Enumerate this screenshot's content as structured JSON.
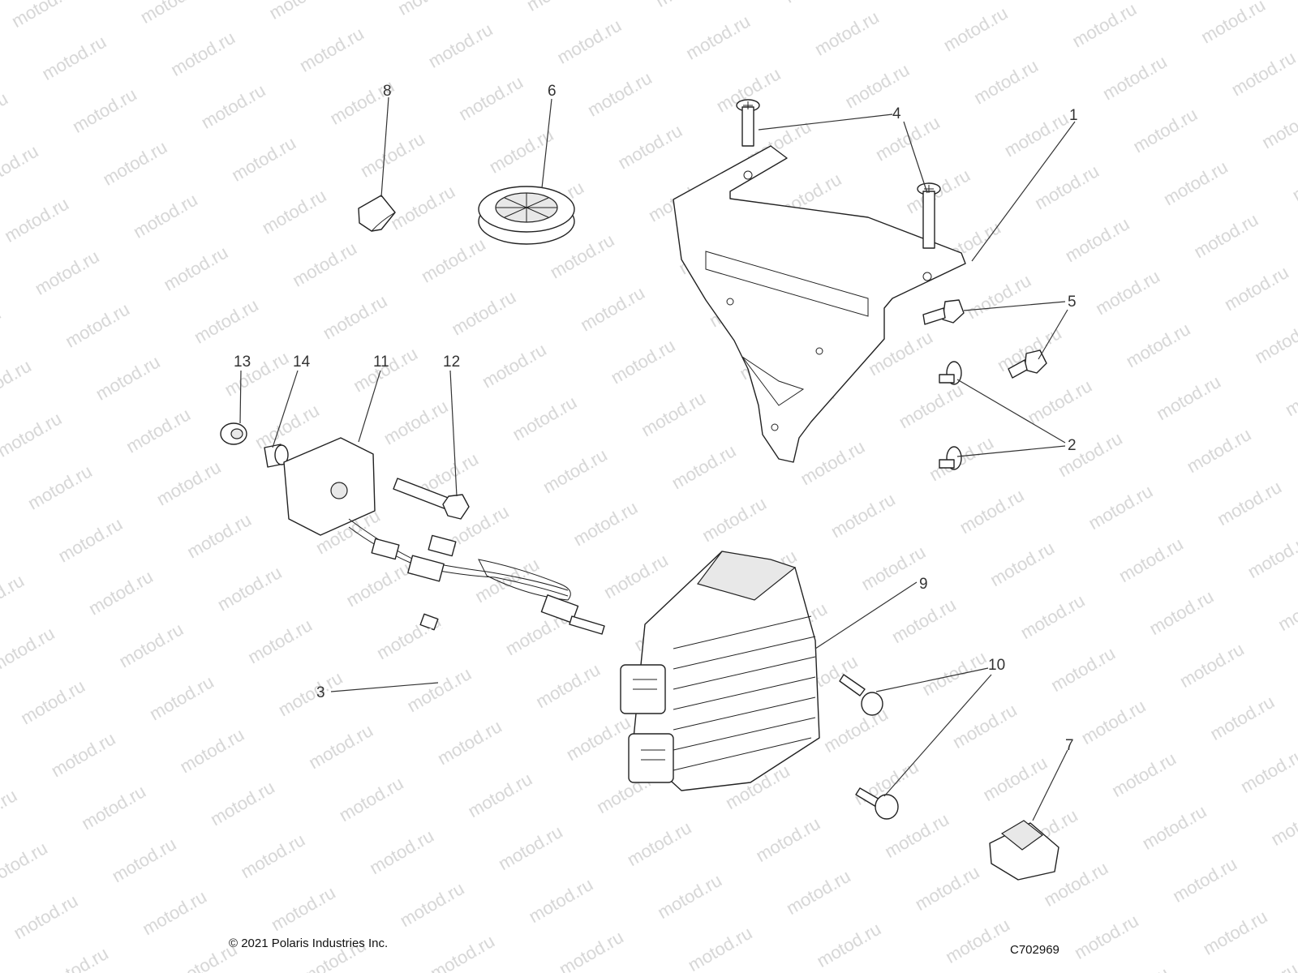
{
  "callouts": [
    {
      "id": "1",
      "label": "1"
    },
    {
      "id": "2",
      "label": "2"
    },
    {
      "id": "3",
      "label": "3"
    },
    {
      "id": "4",
      "label": "4"
    },
    {
      "id": "5",
      "label": "5"
    },
    {
      "id": "6",
      "label": "6"
    },
    {
      "id": "7",
      "label": "7"
    },
    {
      "id": "8",
      "label": "8"
    },
    {
      "id": "9",
      "label": "9"
    },
    {
      "id": "10",
      "label": "10"
    },
    {
      "id": "11",
      "label": "11"
    },
    {
      "id": "12",
      "label": "12"
    },
    {
      "id": "13",
      "label": "13"
    },
    {
      "id": "14",
      "label": "14"
    }
  ],
  "footer": {
    "copyright": "© 2021 Polaris Industries Inc.",
    "drawing_code": "C702969"
  },
  "watermark": "motod.ru"
}
